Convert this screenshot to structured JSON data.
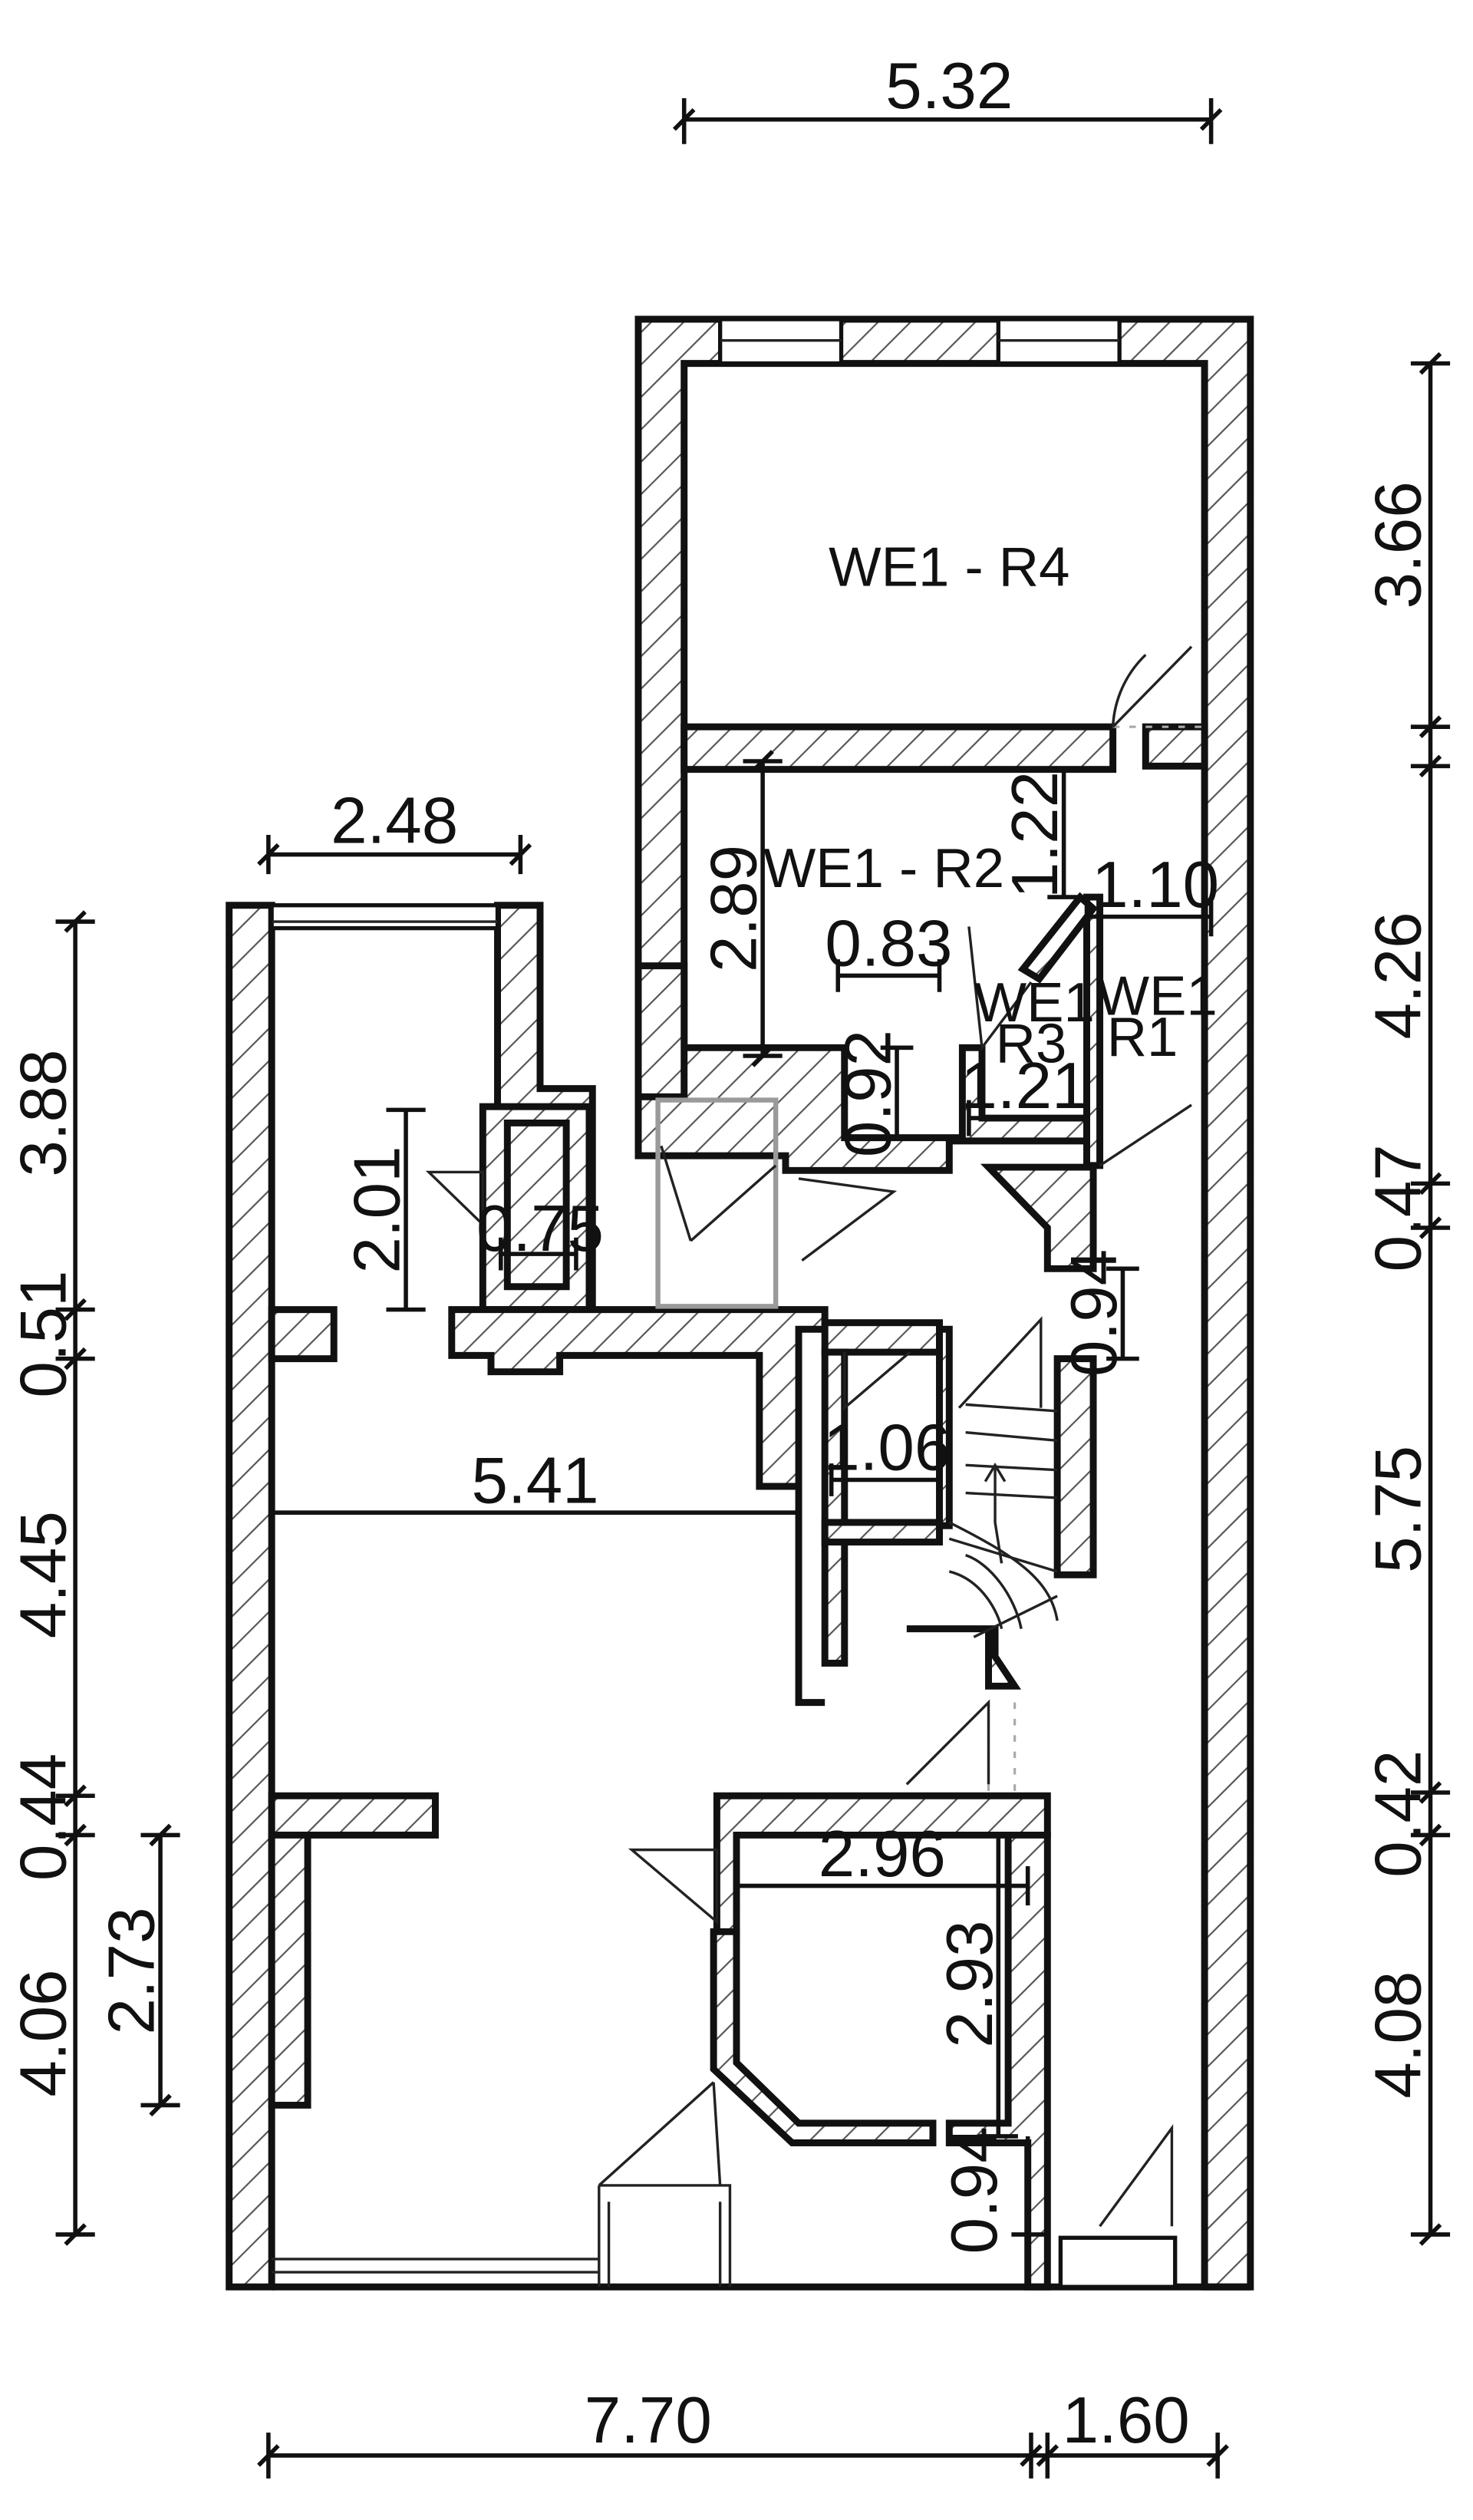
{
  "rooms": {
    "r4": "WE1 - R4",
    "r2": "WE1 - R2",
    "r3_line1": "WE1",
    "r3_line2": "R3",
    "r1_line1": "WE1",
    "r1_line2": "R1"
  },
  "dimensions": {
    "top_width": "5.32",
    "left_bay_width": "2.48",
    "r2_height": "2.89",
    "r2_niche": "0.83",
    "passage": "1.22",
    "r1_width": "1.10",
    "niche_small": "0.92",
    "r3_width": "1.21",
    "closet_height": "2.01",
    "closet_width": "0.75",
    "hall_gap": "0.94",
    "stair_wall": "1.06",
    "main_width": "5.41",
    "room_width": "2.96",
    "room_height": "2.93",
    "bottom_gap": "0.94",
    "bottom_left": "7.70",
    "bottom_right": "1.60",
    "left_chain_1": "3.88",
    "left_chain_2": "0.51",
    "left_chain_3": "4.45",
    "left_chain_4": "0.44",
    "left_chain_5": "4.06",
    "left_inner": "2.73",
    "right_chain_1": "3.66",
    "right_chain_2": "4.26",
    "right_chain_3": "0.47",
    "right_chain_4": "5.75",
    "right_chain_5": "0.42",
    "right_chain_6": "4.08"
  }
}
